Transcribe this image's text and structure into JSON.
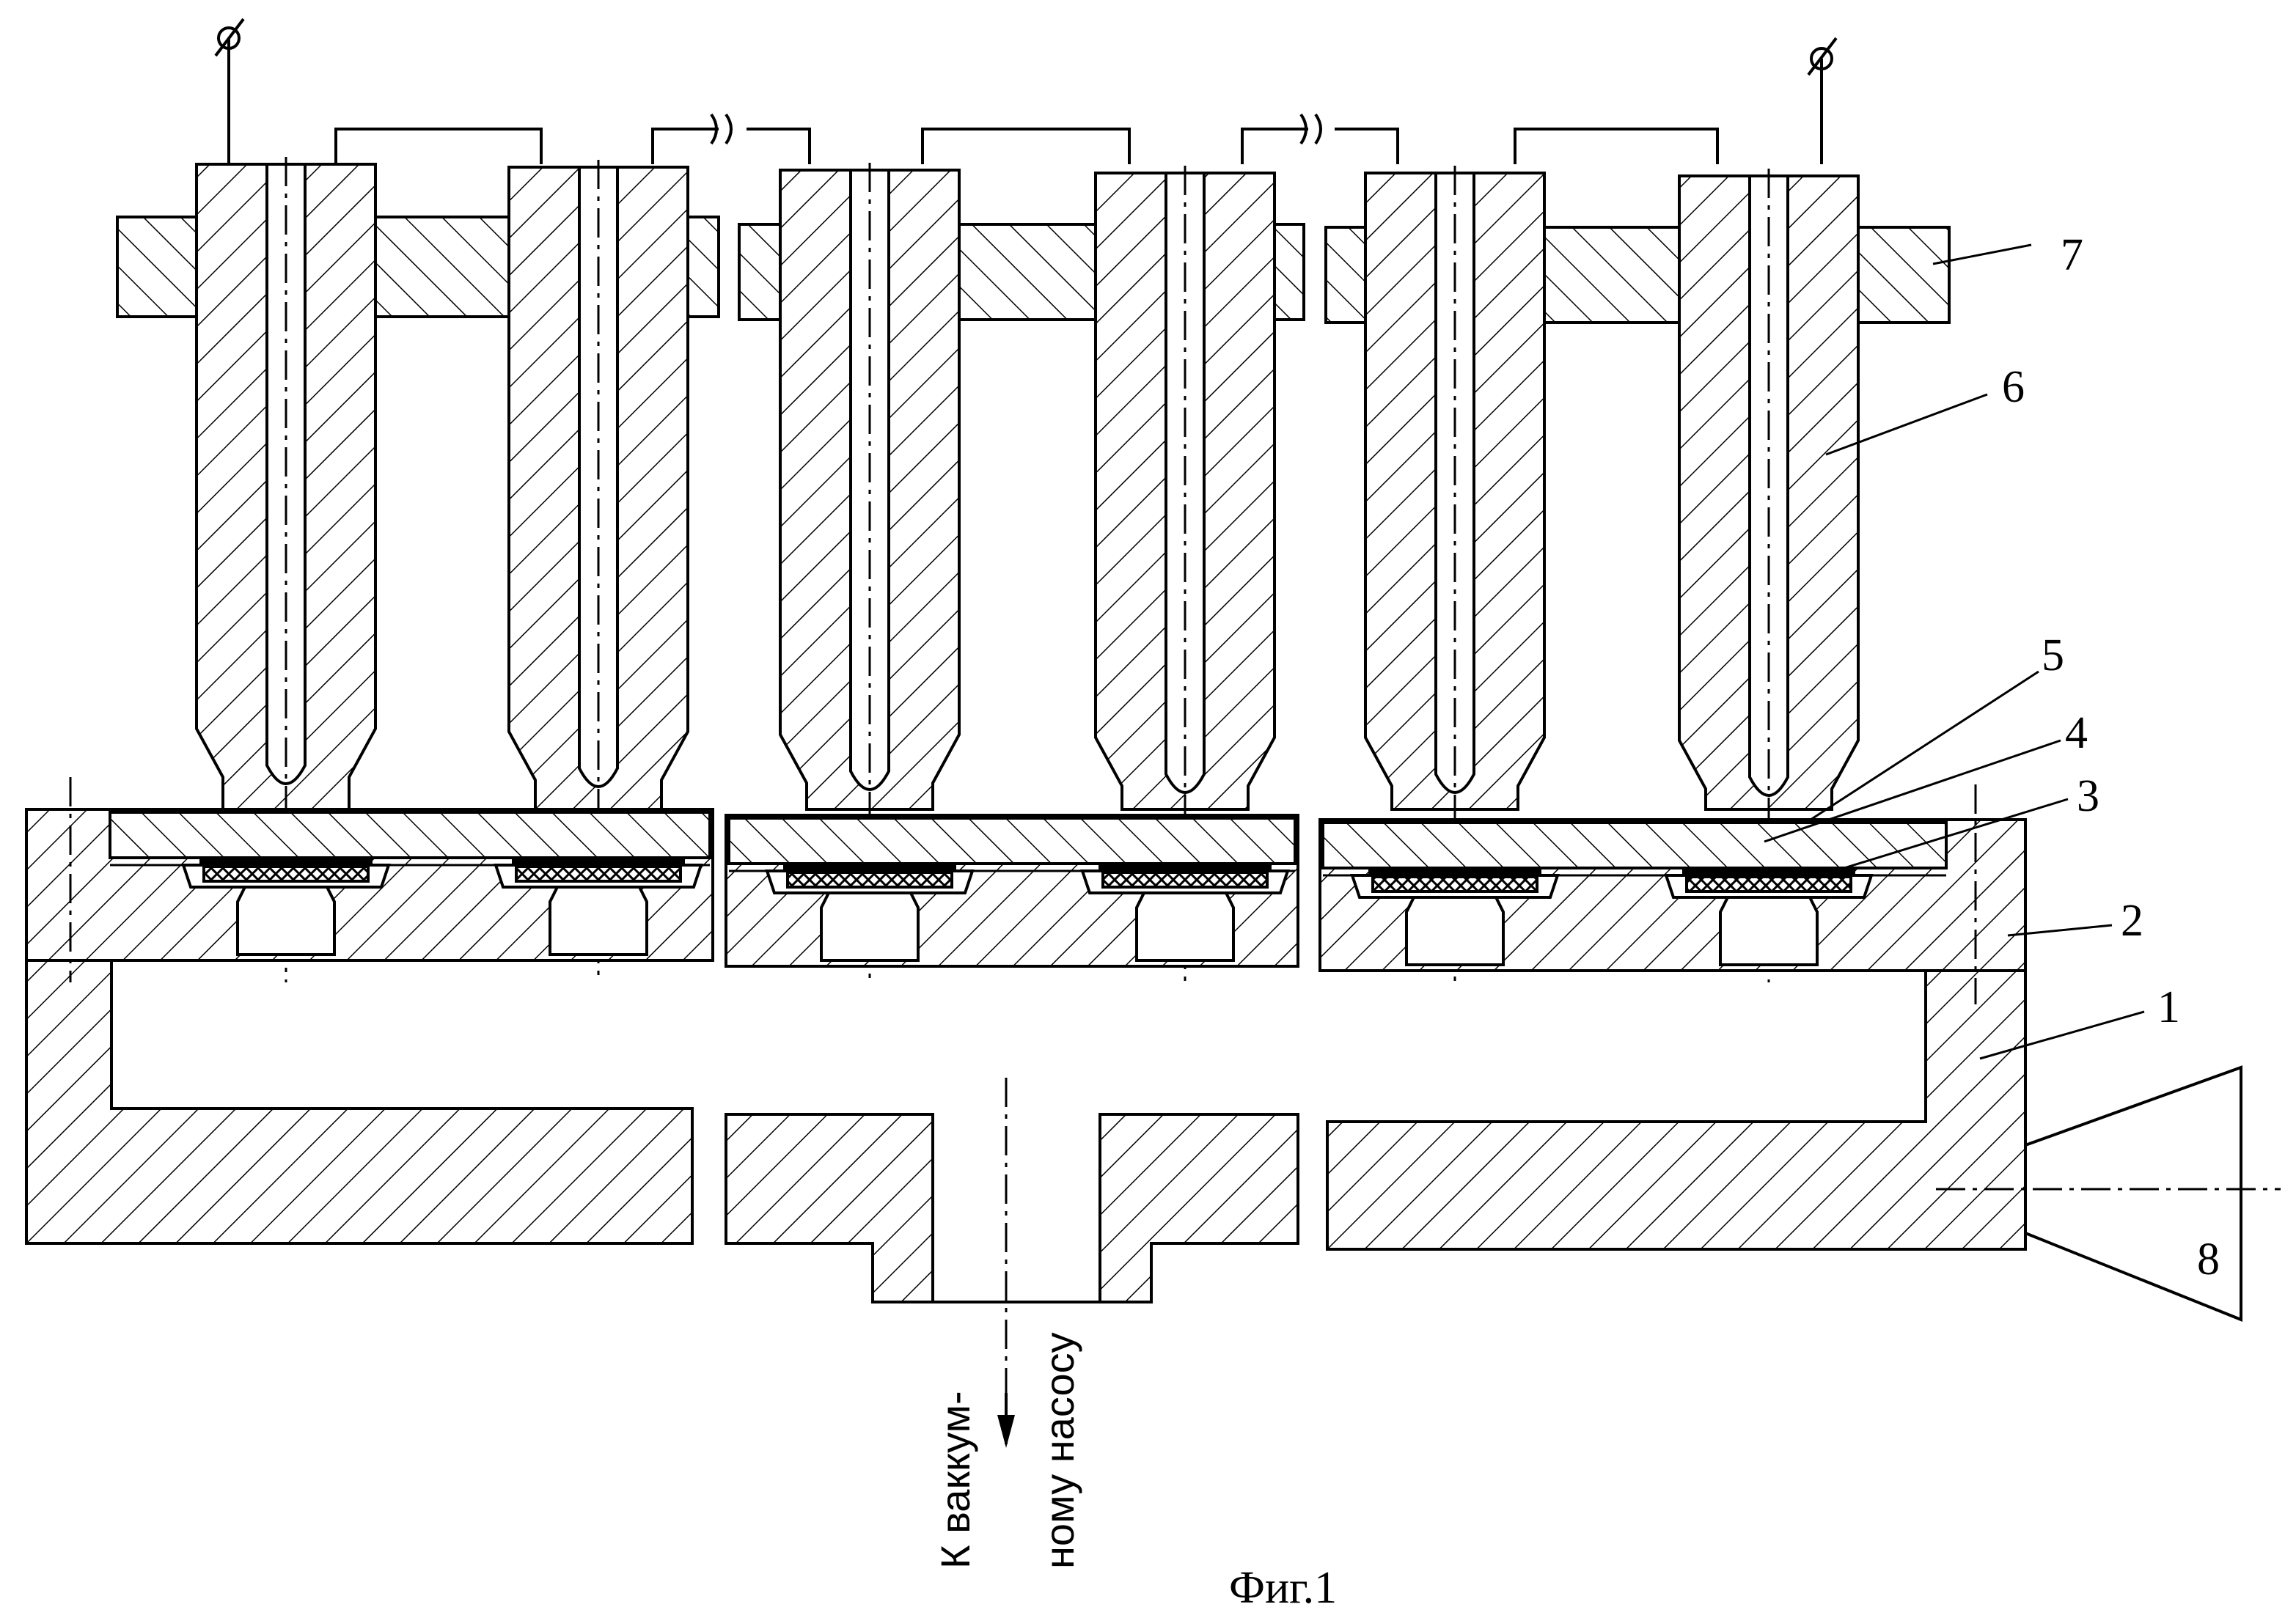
{
  "figure": {
    "caption": "Фиг.1",
    "outlet_label_line1": "К ваккум-",
    "outlet_label_line2": "ному насосу",
    "terminal_symbol": "⌀",
    "break_symbol": "( (",
    "callouts": [
      {
        "number": "1"
      },
      {
        "number": "2"
      },
      {
        "number": "3"
      },
      {
        "number": "4"
      },
      {
        "number": "5"
      },
      {
        "number": "6"
      },
      {
        "number": "7"
      },
      {
        "number": "8"
      }
    ]
  }
}
